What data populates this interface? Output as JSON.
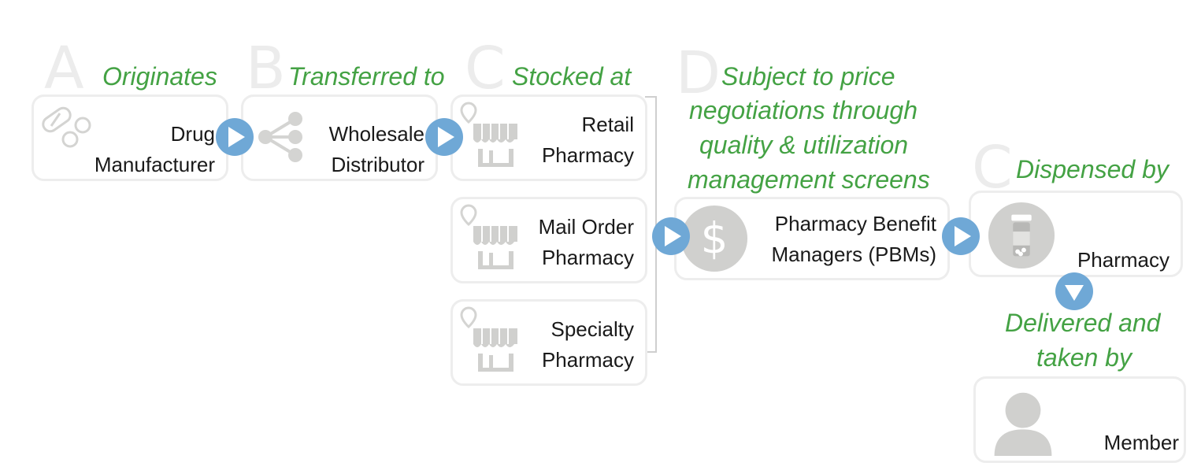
{
  "steps": {
    "manufacturer": {
      "letter": "A",
      "verb": "Originates",
      "line1": "Drug",
      "line2": "Manufacturer"
    },
    "distributor": {
      "letter": "B",
      "verb": "Transferred to",
      "line1": "Wholesale",
      "line2": "Distributor"
    },
    "pharmacies": {
      "letter": "C",
      "verb": "Stocked at",
      "retail": {
        "line1": "Retail",
        "line2": "Pharmacy"
      },
      "mail_order": {
        "line1": "Mail Order",
        "line2": "Pharmacy"
      },
      "specialty": {
        "line1": "Specialty",
        "line2": "Pharmacy"
      }
    },
    "pbm": {
      "letter": "D",
      "verb_lines": [
        "Subject to price",
        "negotiations through",
        "quality & utilization",
        "management screens"
      ],
      "line1": "Pharmacy Benefit",
      "line2": "Managers (PBMs)"
    },
    "dispense": {
      "letter": "C",
      "verb": "Dispensed by",
      "label": "Pharmacy"
    },
    "member": {
      "verb_lines": [
        "Delivered and",
        "taken by"
      ],
      "label": "Member"
    }
  },
  "icons": {
    "manufacturer": "pills-icon",
    "distributor": "network-share-icon",
    "pharmacy": "storefront-icon",
    "pbm": "dollar-icon",
    "dispense": "pill-bottle-icon",
    "member": "person-icon",
    "arrow": "play-arrow-icon"
  },
  "colors": {
    "green": "#44a244",
    "arrow": "#6fa8d6",
    "icon_gray": "#d0d0ce",
    "box_border": "#ededed",
    "letter": "#ececec"
  }
}
